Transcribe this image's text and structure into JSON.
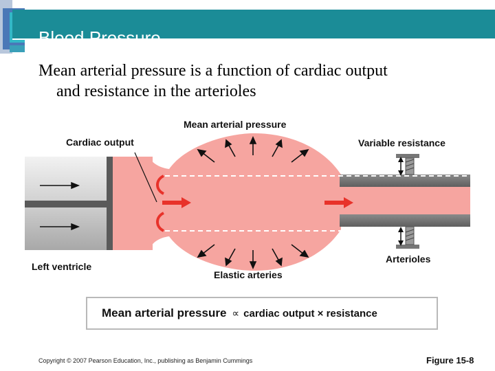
{
  "slide": {
    "title": "Blood Pressure",
    "subtitle_line1": "Mean arterial pressure is a function of cardiac output",
    "subtitle_line2": "and resistance in the arterioles"
  },
  "diagram": {
    "labels": {
      "mean_arterial_pressure": "Mean arterial pressure",
      "cardiac_output": "Cardiac output",
      "variable_resistance": "Variable resistance",
      "left_ventricle": "Left ventricle",
      "elastic_arteries": "Elastic arteries",
      "arterioles": "Arterioles"
    },
    "colors": {
      "blood": "#f6a5a0",
      "flow_arrow": "#e8322a",
      "vessel_wall": "#777777",
      "title_bar": "#1b8c97"
    }
  },
  "formula": {
    "main": "Mean arterial pressure",
    "symbol": "∝",
    "rest": "cardiac output × resistance"
  },
  "footer": {
    "copyright": "Copyright © 2007 Pearson Education, Inc., publishing as Benjamin Cummings",
    "figure": "Figure 15-8"
  }
}
